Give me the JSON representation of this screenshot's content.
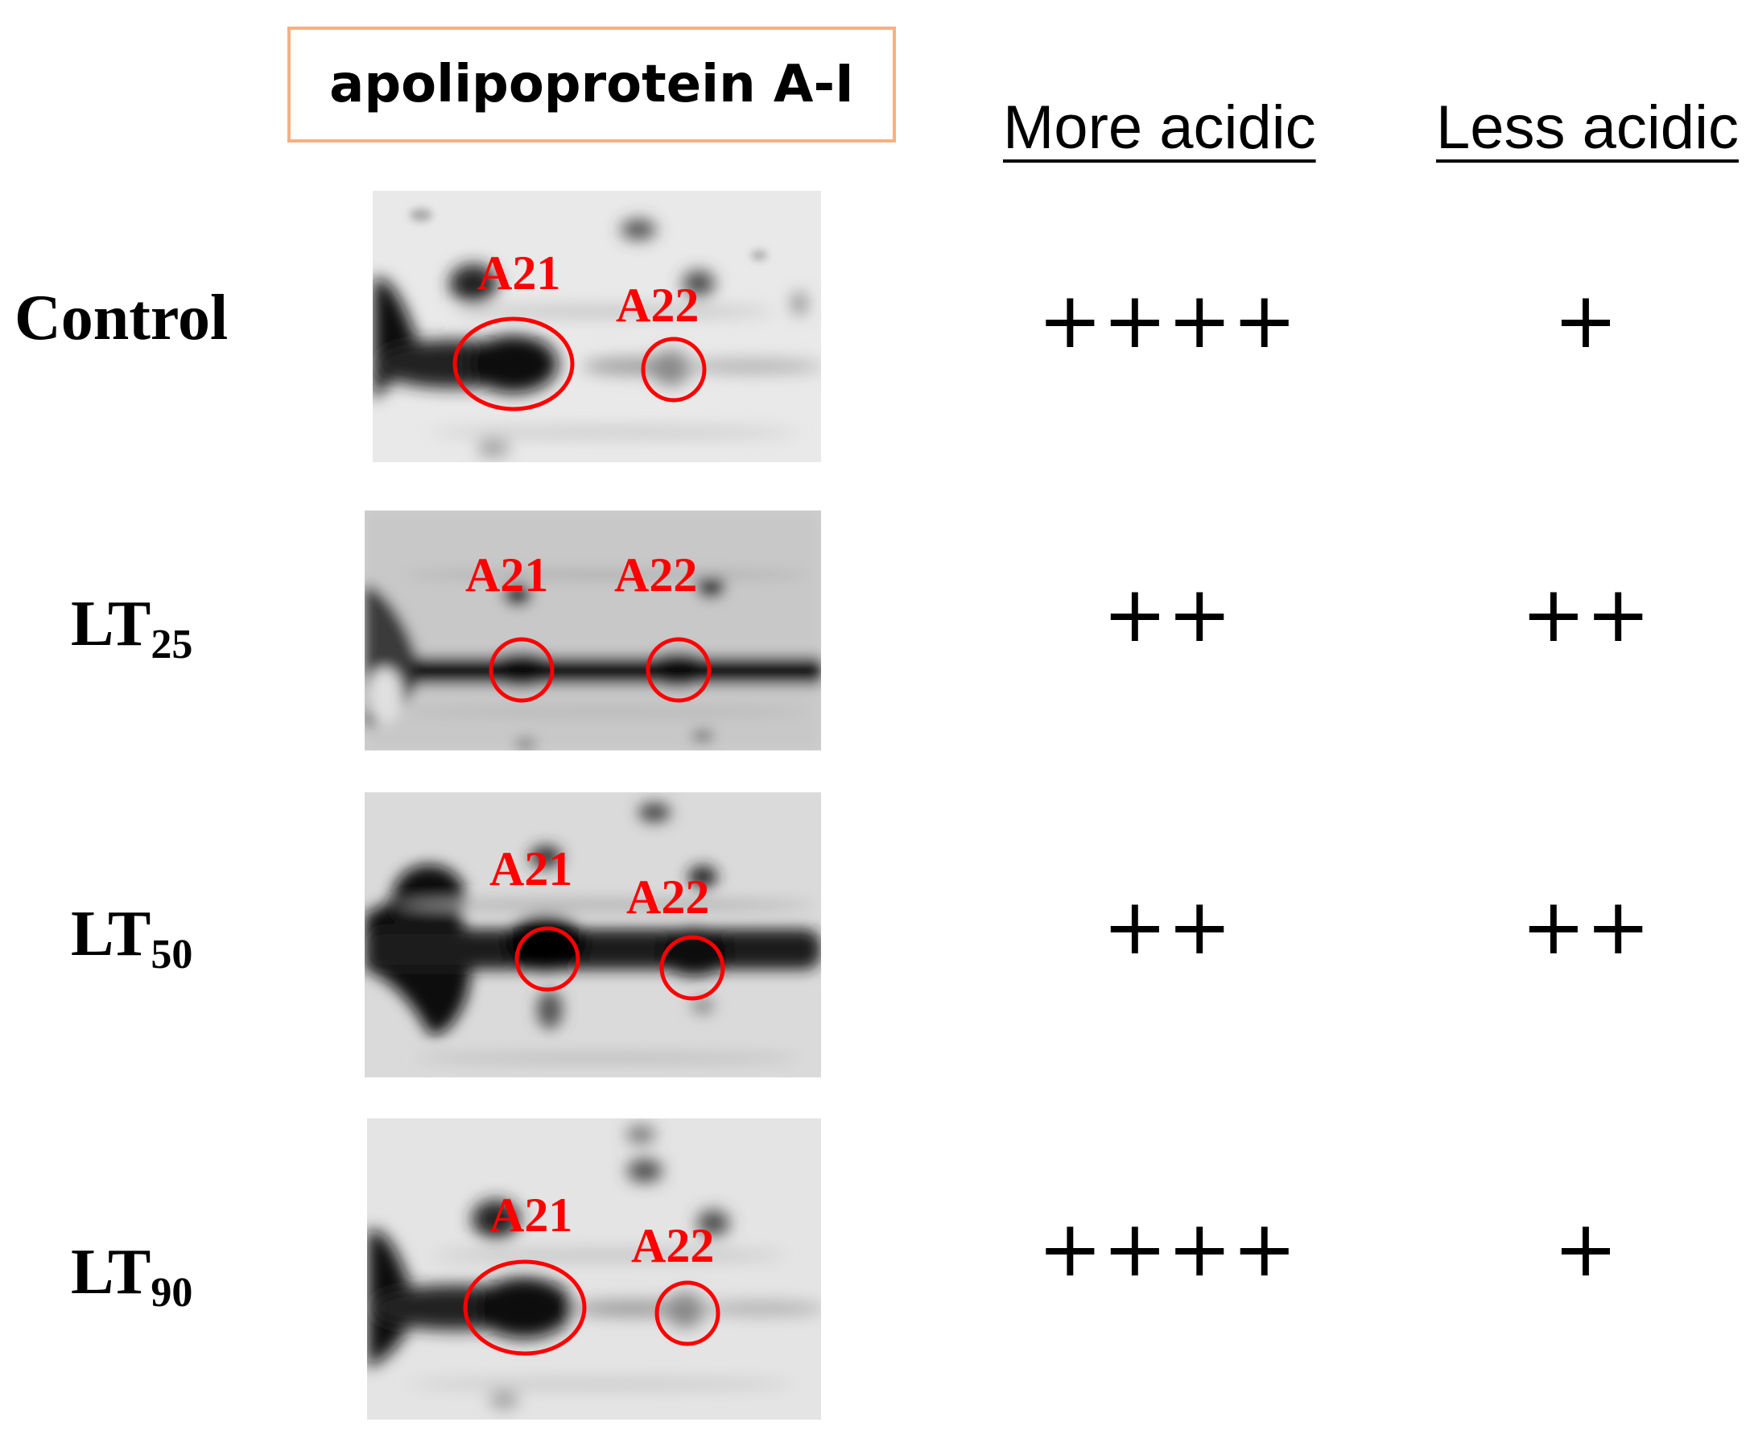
{
  "title": "apolipoprotein A-I",
  "columns": {
    "more_acidic": "More acidic",
    "less_acidic": "Less acidic"
  },
  "spot_labels": {
    "a21": "A21",
    "a22": "A22"
  },
  "rows": [
    {
      "label": "Control",
      "label_sub": "",
      "more_acidic": "++++",
      "less_acidic": "+"
    },
    {
      "label": "LT",
      "label_sub": "25",
      "more_acidic": "++",
      "less_acidic": "++"
    },
    {
      "label": "LT",
      "label_sub": "50",
      "more_acidic": "++",
      "less_acidic": "++"
    },
    {
      "label": "LT",
      "label_sub": "90",
      "more_acidic": "++++",
      "less_acidic": "+"
    }
  ],
  "colors": {
    "title_border": "#f4b183",
    "circle": "#ff0000"
  }
}
